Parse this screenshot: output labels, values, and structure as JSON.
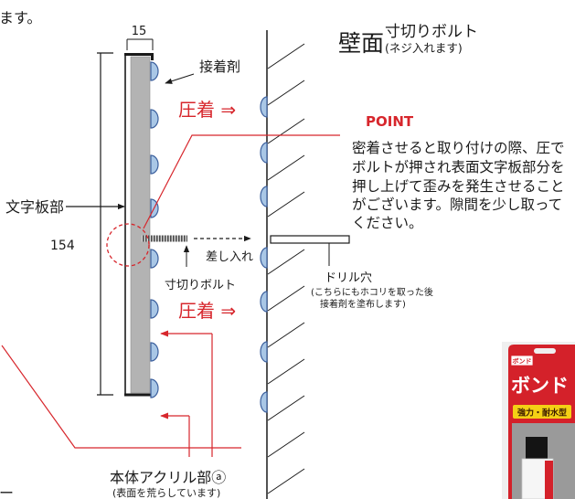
{
  "fragments": {
    "top_left": "ます。",
    "bottom_left": "ー"
  },
  "dimensions": {
    "thickness": "15",
    "height": "154"
  },
  "wall": {
    "title": "壁面",
    "bolt": "寸切りボルト",
    "bolt_note": "(ネジ入れます)"
  },
  "labels": {
    "adhesive": "接着剤",
    "press_top": "圧着 ⇒",
    "press_bottom": "圧着 ⇒",
    "sign_board": "文字板部",
    "insert": "差し入れ",
    "bolt": "寸切りボルト",
    "drill_hole": "ドリル穴",
    "drill_note_1": "(こちらにもホコリを取った後",
    "drill_note_2": "接着剤を塗布します)",
    "acrylic_body": "本体アクリル部ⓐ",
    "acrylic_note": "(表面を荒らしています)"
  },
  "point": {
    "title": "POINT",
    "lines": [
      "密着させると取り付けの際、圧で",
      "ボルトが押され表面文字板部分を",
      "押し上げて歪みを発生させること",
      "がございます。隙間を少し取って",
      "ください。"
    ]
  },
  "product": {
    "badge": "ボンド",
    "name": "ボンド",
    "label": "強力・耐水型"
  },
  "colors": {
    "accent_red": "#d7262c",
    "adhesive_fill": "#a9c7e6",
    "adhesive_outline": "#3b5f9d",
    "board_gray": "#b3b3b3",
    "ink": "#1a1a1a",
    "product_red": "#d4212a",
    "product_yellow": "#f4d015"
  }
}
